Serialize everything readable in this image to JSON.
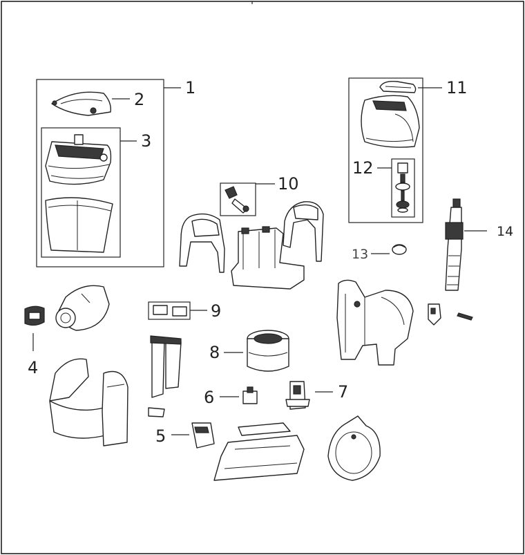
{
  "callouts": {
    "c1": "1",
    "c2": "2",
    "c3": "3",
    "c4": "4",
    "c5": "5",
    "c6": "6",
    "c7": "7",
    "c8": "8",
    "c9": "9",
    "c10": "10",
    "c11": "11",
    "c12": "12",
    "c13": "13",
    "c14": "14"
  },
  "colors": {
    "line": "#222222",
    "background": "#ffffff",
    "dark_fill": "#3a3a3a"
  }
}
